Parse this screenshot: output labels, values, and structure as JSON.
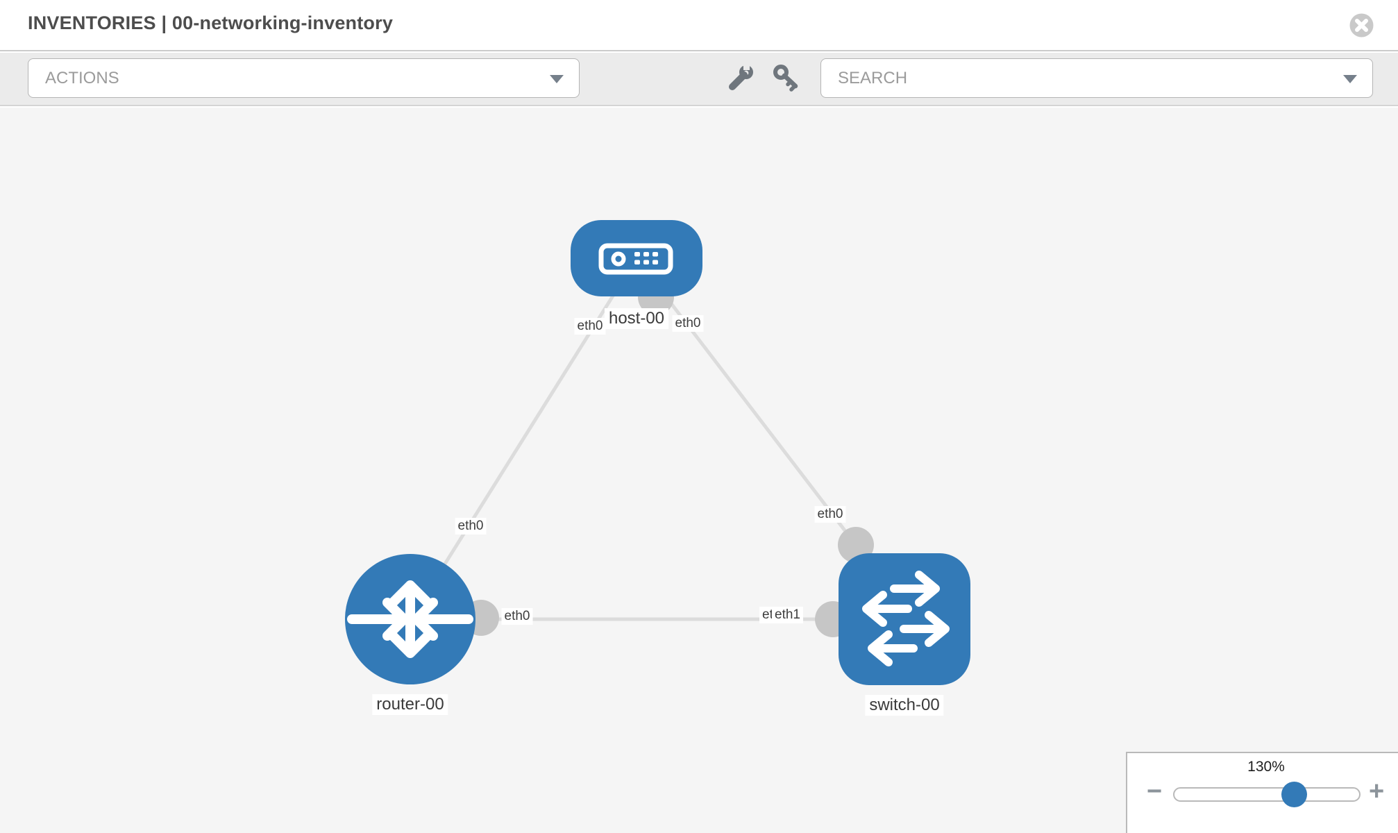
{
  "header": {
    "title": "INVENTORIES | 00-networking-inventory"
  },
  "toolbar": {
    "actions_label": "ACTIONS",
    "search_placeholder": "SEARCH",
    "icons": [
      "wrench-icon",
      "key-icon"
    ]
  },
  "topology": {
    "nodes": [
      {
        "label": "host-00",
        "type": "host"
      },
      {
        "label": "router-00",
        "type": "router"
      },
      {
        "label": "switch-00",
        "type": "switch"
      }
    ],
    "links": [
      {
        "from": "router-00",
        "to": "host-00"
      },
      {
        "from": "host-00",
        "to": "switch-00"
      },
      {
        "from": "router-00",
        "to": "switch-00"
      }
    ],
    "interface_labels": {
      "host_to_router": "eth0",
      "host_to_switch": "eth0",
      "router_to_host": "eth0",
      "switch_to_host": "eth0",
      "router_to_switch": "eth0",
      "switch_to_router": "eth1",
      "switch_to_router_overlapped": "eth0"
    }
  },
  "zoom_control": {
    "value": "130%",
    "minus_label": "−",
    "plus_label": "+"
  },
  "colors": {
    "node_blue": "#337ab7",
    "link_gray": "#dcdcdc",
    "connector_gray": "#c6c6c6",
    "canvas_bg": "#f5f5f5",
    "toolbar_bg": "#ebebeb"
  }
}
